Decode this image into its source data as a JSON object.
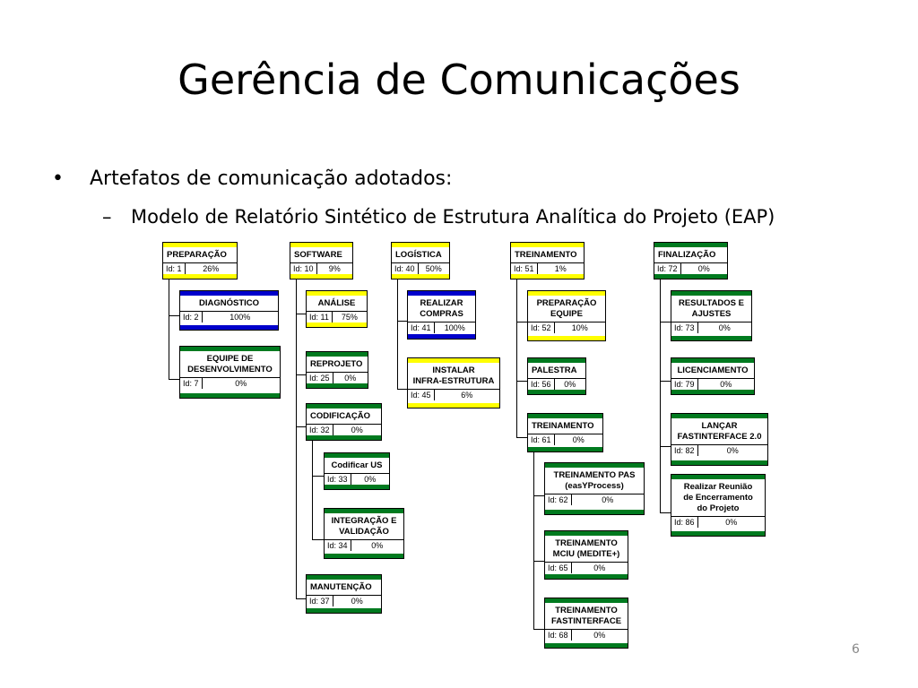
{
  "slide": {
    "title": "Gerência de Comunicações",
    "bullet1": "Artefatos de comunicação adotados:",
    "bullet1_mark": "•",
    "bullet2": "Modelo de Relatório Sintético de Estrutura Analítica do Projeto (EAP)",
    "bullet2_mark": "–",
    "page_number": "6"
  },
  "colors": {
    "yellow": "#FFFF00",
    "blue": "#0000CC",
    "green": "#007A1F"
  },
  "wbs": {
    "nodes": [
      {
        "key": "n1",
        "name": "PREPARAÇÃO",
        "id": "Id: 1",
        "pct": "26%",
        "color": "yellow",
        "align": "left"
      },
      {
        "key": "n2",
        "name": "DIAGNÓSTICO",
        "id": "Id: 2",
        "pct": "100%",
        "color": "blue"
      },
      {
        "key": "n7",
        "name": "EQUIPE DE\nDESENVOLVIMENTO",
        "id": "Id: 7",
        "pct": "0%",
        "color": "green"
      },
      {
        "key": "n10",
        "name": "SOFTWARE",
        "id": "Id: 10",
        "pct": "9%",
        "color": "yellow",
        "align": "left"
      },
      {
        "key": "n11",
        "name": "ANÁLISE",
        "id": "Id: 11",
        "pct": "75%",
        "color": "yellow"
      },
      {
        "key": "n25",
        "name": "REPROJETO",
        "id": "Id: 25",
        "pct": "0%",
        "color": "green",
        "align": "left"
      },
      {
        "key": "n32",
        "name": "CODIFICAÇÃO",
        "id": "Id: 32",
        "pct": "0%",
        "color": "green",
        "align": "left"
      },
      {
        "key": "n33",
        "name": "Codificar US",
        "id": "Id: 33",
        "pct": "0%",
        "color": "green"
      },
      {
        "key": "n34",
        "name": "INTEGRAÇÃO E\nVALIDAÇÃO",
        "id": "Id: 34",
        "pct": "0%",
        "color": "green"
      },
      {
        "key": "n37",
        "name": "MANUTENÇÃO",
        "id": "Id: 37",
        "pct": "0%",
        "color": "green",
        "align": "left"
      },
      {
        "key": "n40",
        "name": "LOGÍSTICA",
        "id": "Id: 40",
        "pct": "50%",
        "color": "yellow",
        "align": "left"
      },
      {
        "key": "n41",
        "name": "REALIZAR\nCOMPRAS",
        "id": "Id: 41",
        "pct": "100%",
        "color": "blue"
      },
      {
        "key": "n45",
        "name": "INSTALAR\nINFRA-ESTRUTURA",
        "id": "Id: 45",
        "pct": "6%",
        "color": "yellow"
      },
      {
        "key": "n51",
        "name": "TREINAMENTO",
        "id": "Id: 51",
        "pct": "1%",
        "color": "yellow",
        "align": "left"
      },
      {
        "key": "n52",
        "name": "PREPARAÇÃO\nEQUIPE",
        "id": "Id: 52",
        "pct": "10%",
        "color": "yellow"
      },
      {
        "key": "n56",
        "name": "PALESTRA",
        "id": "Id: 56",
        "pct": "0%",
        "color": "green",
        "align": "left"
      },
      {
        "key": "n61",
        "name": "TREINAMENTO",
        "id": "Id: 61",
        "pct": "0%",
        "color": "green",
        "align": "left"
      },
      {
        "key": "n62",
        "name": "TREINAMENTO PAS\n(easYProcess)",
        "id": "Id: 62",
        "pct": "0%",
        "color": "green"
      },
      {
        "key": "n65",
        "name": "TREINAMENTO\nMCIU (MEDITE+)",
        "id": "Id: 65",
        "pct": "0%",
        "color": "green"
      },
      {
        "key": "n68",
        "name": "TREINAMENTO\nFASTINTERFACE",
        "id": "Id: 68",
        "pct": "0%",
        "color": "green"
      },
      {
        "key": "n72",
        "name": "FINALIZAÇÃO",
        "id": "Id: 72",
        "pct": "0%",
        "color": "green",
        "align": "left"
      },
      {
        "key": "n73",
        "name": "RESULTADOS E\nAJUSTES",
        "id": "Id: 73",
        "pct": "0%",
        "color": "green"
      },
      {
        "key": "n79",
        "name": "LICENCIAMENTO",
        "id": "Id: 79",
        "pct": "0%",
        "color": "green"
      },
      {
        "key": "n82",
        "name": "LANÇAR\nFASTINTERFACE 2.0",
        "id": "Id: 82",
        "pct": "0%",
        "color": "green"
      },
      {
        "key": "n86",
        "name": "Realizar Reunião\nde Encerramento\ndo Projeto",
        "id": "Id: 86",
        "pct": "0%",
        "color": "green"
      }
    ],
    "edges": [
      [
        "n1",
        "n2"
      ],
      [
        "n1",
        "n7"
      ],
      [
        "n10",
        "n11"
      ],
      [
        "n10",
        "n25"
      ],
      [
        "n10",
        "n32"
      ],
      [
        "n10",
        "n37"
      ],
      [
        "n32",
        "n33"
      ],
      [
        "n32",
        "n34"
      ],
      [
        "n40",
        "n41"
      ],
      [
        "n40",
        "n45"
      ],
      [
        "n51",
        "n52"
      ],
      [
        "n51",
        "n56"
      ],
      [
        "n51",
        "n61"
      ],
      [
        "n61",
        "n62"
      ],
      [
        "n61",
        "n65"
      ],
      [
        "n61",
        "n68"
      ],
      [
        "n72",
        "n73"
      ],
      [
        "n72",
        "n79"
      ],
      [
        "n72",
        "n82"
      ],
      [
        "n72",
        "n86"
      ]
    ]
  }
}
